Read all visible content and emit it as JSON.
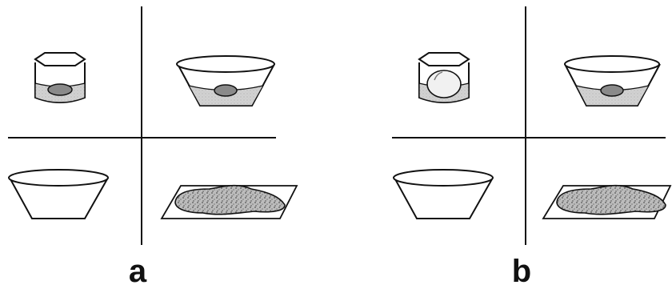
{
  "panels": [
    {
      "label": "a",
      "quadrants": {
        "top_left": {
          "object": "glass-container",
          "contents": "dark-oval-in-liquid"
        },
        "top_right": {
          "object": "bowl",
          "contents": "dark-oval-in-liquid"
        },
        "bottom_left": {
          "object": "bowl",
          "contents": "empty"
        },
        "bottom_right": {
          "object": "flat-tray",
          "contents": "speckled-spread"
        }
      }
    },
    {
      "label": "b",
      "quadrants": {
        "top_left": {
          "object": "glass-container",
          "contents": "light-egg-in-liquid"
        },
        "top_right": {
          "object": "bowl",
          "contents": "dark-oval-in-liquid"
        },
        "bottom_left": {
          "object": "bowl",
          "contents": "empty"
        },
        "bottom_right": {
          "object": "flat-tray",
          "contents": "speckled-spread"
        }
      }
    }
  ],
  "colors": {
    "line": "#111111",
    "liquid": "#cfcfcf",
    "dark_fill": "#8a8a8a",
    "spread": "#b5b5b5"
  }
}
